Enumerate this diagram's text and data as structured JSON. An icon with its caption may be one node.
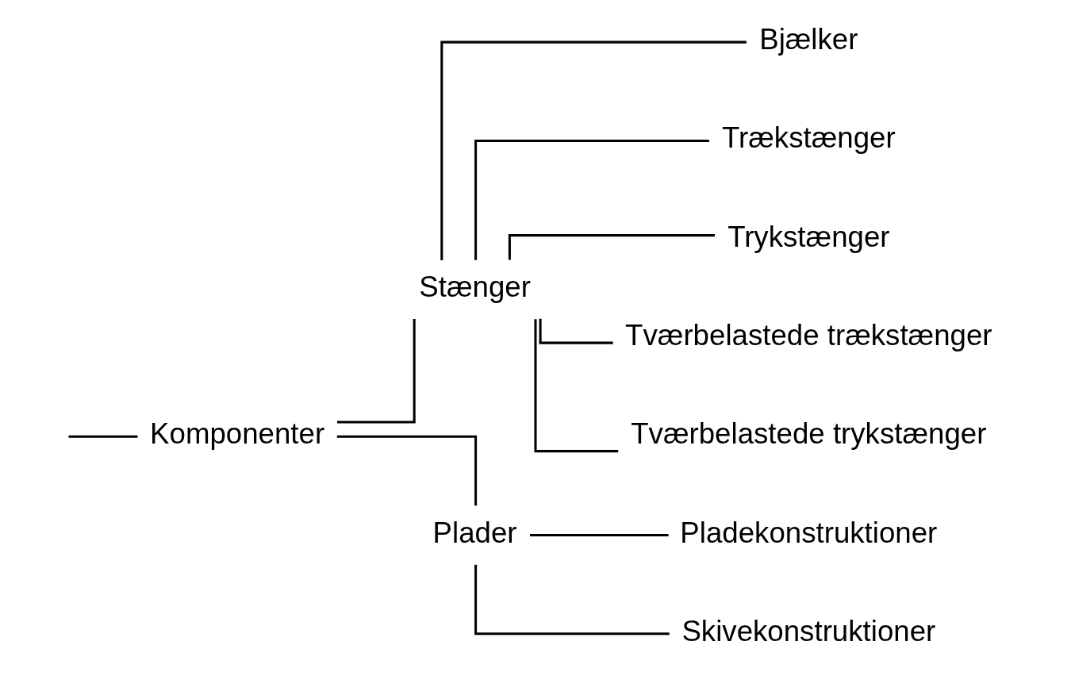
{
  "diagram": {
    "nodes": [
      {
        "text": [
          "Komponenter"
        ]
      },
      {
        "text": [
          "Stænger"
        ]
      },
      {
        "text": [
          "Bjælker"
        ]
      },
      {
        "text": [
          "Trækstænger"
        ]
      },
      {
        "text": [
          "Trykstænger"
        ]
      },
      {
        "text": [
          "Tværbelastede trækstænger"
        ]
      },
      {
        "text": [
          "Tværbelastede trykstænger"
        ]
      },
      {
        "text": [
          "Plader"
        ]
      },
      {
        "text": [
          "Pladekonstruktioner"
        ]
      },
      {
        "text": [
          "Skivekonstruktioner"
        ]
      }
    ],
    "edges": [
      {
        "from": null,
        "to": 0,
        "arrow": "none"
      },
      {
        "from": 0,
        "to": 1,
        "arrow": "none"
      },
      {
        "from": 0,
        "to": 7,
        "arrow": "none"
      },
      {
        "from": 1,
        "to": 2,
        "arrow": "none"
      },
      {
        "from": 1,
        "to": 3,
        "arrow": "none"
      },
      {
        "from": 1,
        "to": 4,
        "arrow": "none"
      },
      {
        "from": 1,
        "to": 5,
        "arrow": "none"
      },
      {
        "from": 1,
        "to": 6,
        "arrow": "none"
      },
      {
        "from": 7,
        "to": 8,
        "arrow": "none"
      },
      {
        "from": 7,
        "to": 9,
        "arrow": "none"
      }
    ]
  }
}
